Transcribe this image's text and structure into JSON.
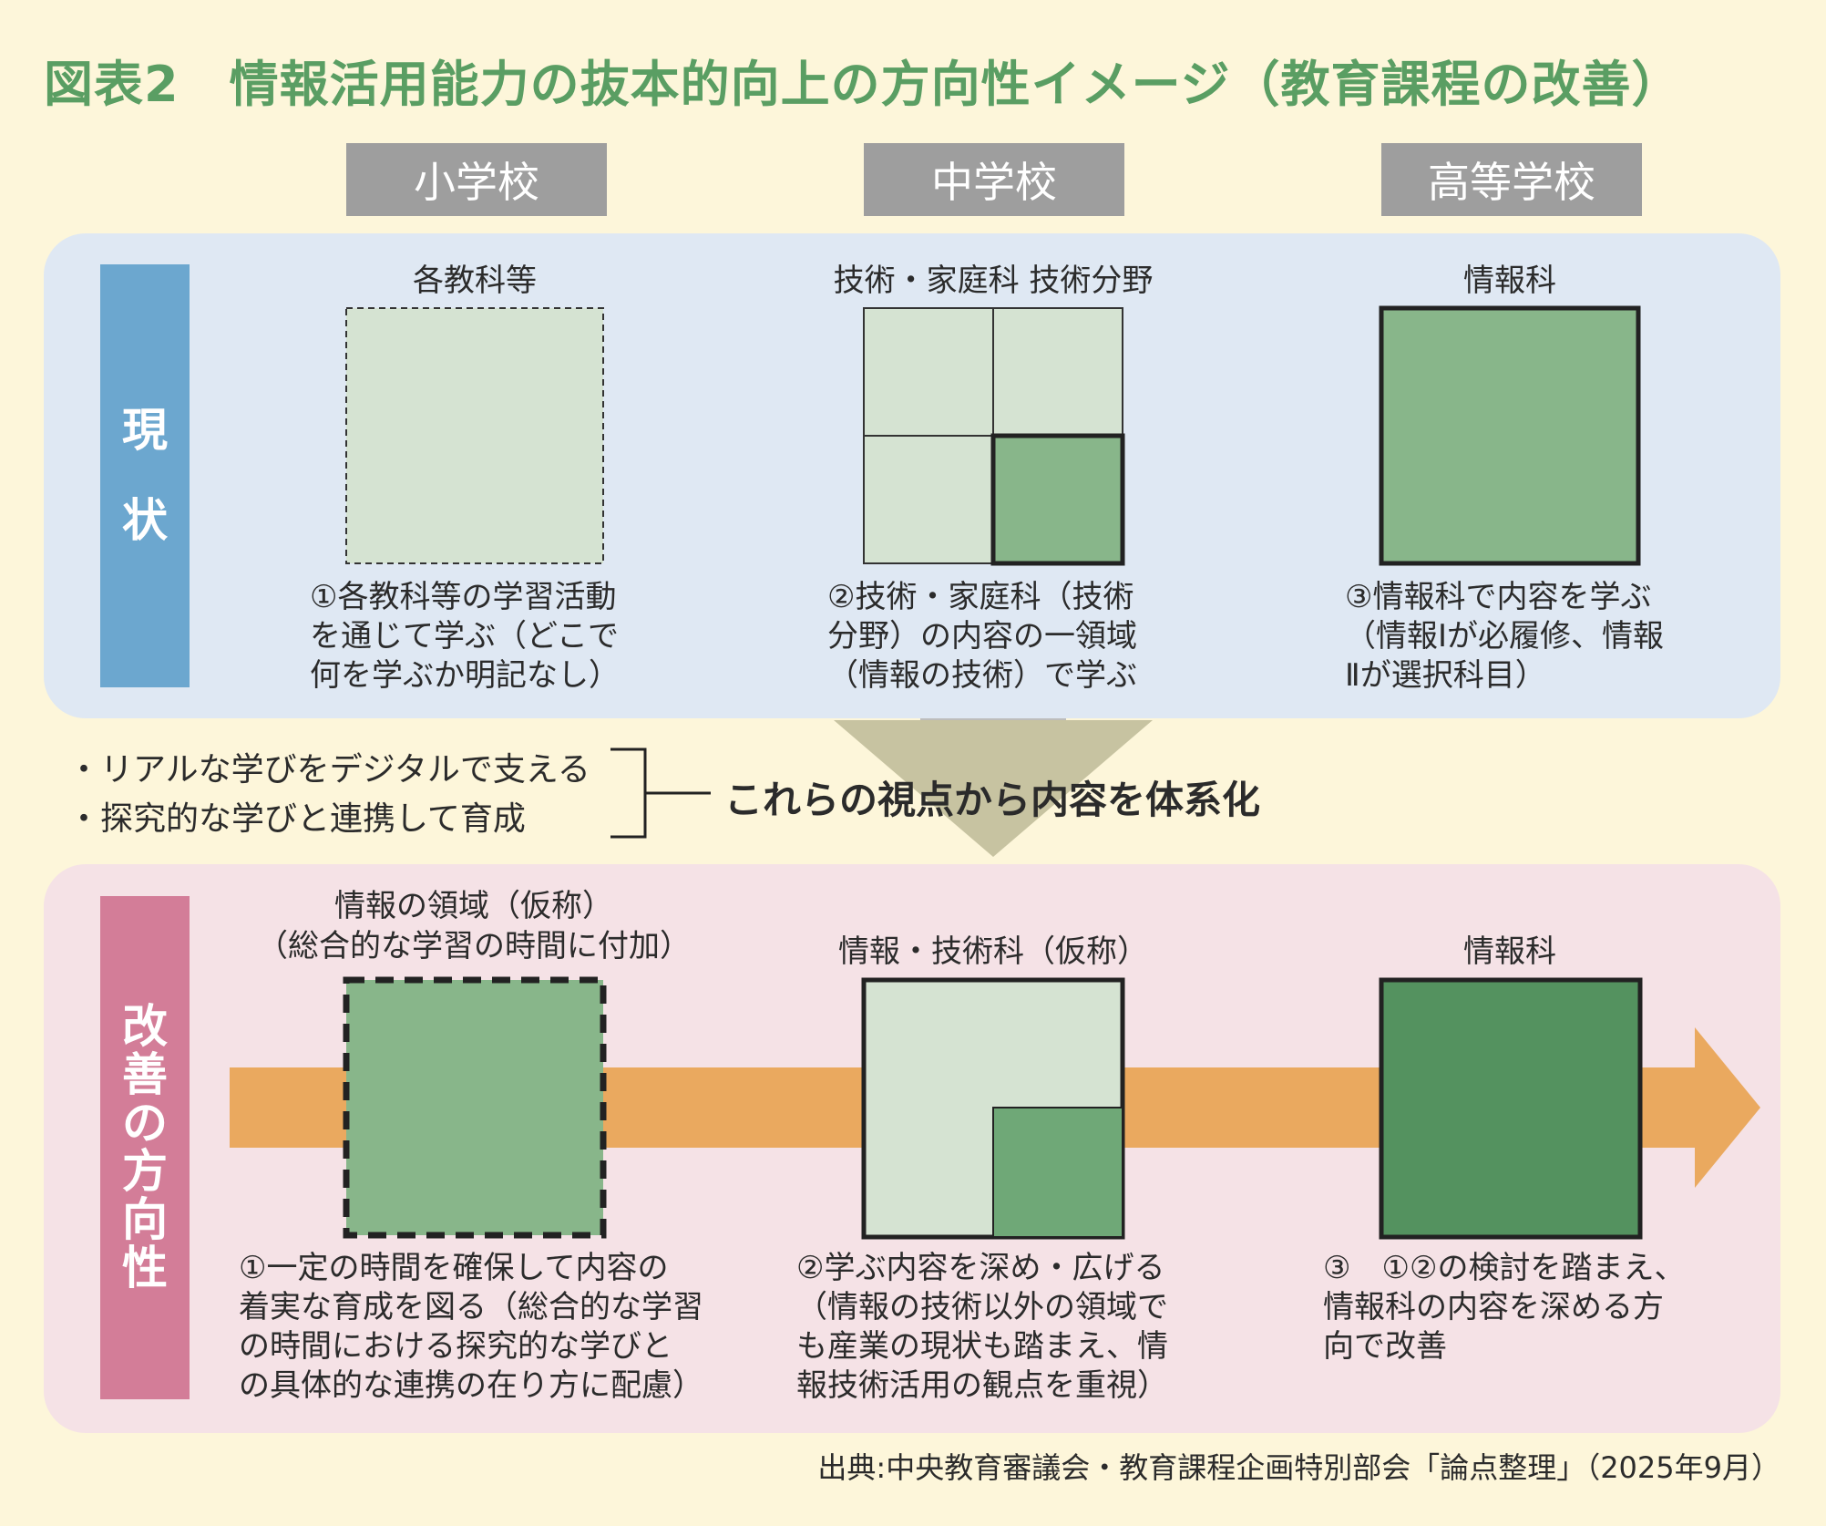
{
  "title": "図表2　情報活用能力の抜本的向上の方向性イメージ（教育課程の改善）",
  "columns": [
    "小学校",
    "中学校",
    "高等学校"
  ],
  "current": {
    "label_chars": [
      "現",
      "状"
    ],
    "captions": [
      "各教科等",
      "技術・家庭科 技術分野",
      "情報科"
    ],
    "descriptions": [
      "①各教科等の学習活動\nを通じて学ぶ（どこで\n何を学ぶか明記なし）",
      "②技術・家庭科（技術\n分野）の内容の一領域\n（情報の技術）で学ぶ",
      "③情報科で内容を学ぶ\n（情報Ⅰが必履修、情報\nⅡが選択科目）"
    ]
  },
  "middle": {
    "bullets": [
      "・リアルな学びをデジタルで支える",
      "・探究的な学びと連携して育成"
    ],
    "summary": "これらの視点から内容を体系化"
  },
  "improvement": {
    "label_chars": [
      "改",
      "善",
      "の",
      "方",
      "向",
      "性"
    ],
    "captions": [
      "情報の領域（仮称）\n（総合的な学習の時間に付加）",
      "情報・技術科（仮称）",
      "情報科"
    ],
    "descriptions": [
      "①一定の時間を確保して内容の\n着実な育成を図る（総合的な学習\nの時間における探究的な学びと\nの具体的な連携の在り方に配慮）",
      "②学ぶ内容を深め・広げる\n（情報の技術以外の領域で\nも産業の現状も踏まえ、情\n報技術活用の観点を重視）",
      "③　①②の検討を踏まえ、\n情報科の内容を深める方\n向で改善"
    ]
  },
  "source": "出典:中央教育審議会・教育課程企画特別部会「論点整理」（2025年9月）",
  "colors": {
    "light_green": "#d5e3d2",
    "mid_green": "#88b68a",
    "dark_green": "#54925f",
    "arrow_orange": "#eaa95f",
    "current_bg": "#dfe8f3",
    "improvement_bg": "#f5e2e6"
  }
}
